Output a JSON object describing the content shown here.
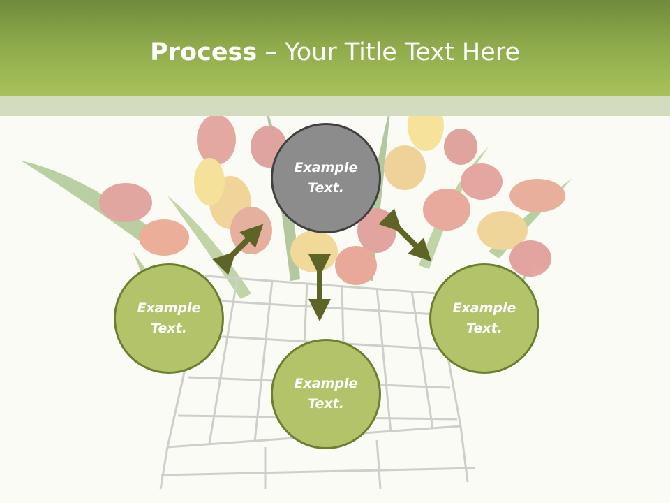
{
  "title": {
    "bold": "Process",
    "dash": " – ",
    "rest": "Your Title Text Here"
  },
  "nodes": {
    "top": {
      "line1": "Example",
      "line2": "Text."
    },
    "left": {
      "line1": "Example",
      "line2": "Text."
    },
    "right": {
      "line1": "Example",
      "line2": "Text."
    },
    "bottom": {
      "line1": "Example",
      "line2": "Text."
    }
  },
  "colors": {
    "header": "#8da94a",
    "node_fill": "#b2c36a",
    "node_border": "#6b7f2f",
    "top_node_fill": "#8c8c8c",
    "arrow": "#5d6426"
  },
  "icons": [
    "double-arrow-icon"
  ]
}
